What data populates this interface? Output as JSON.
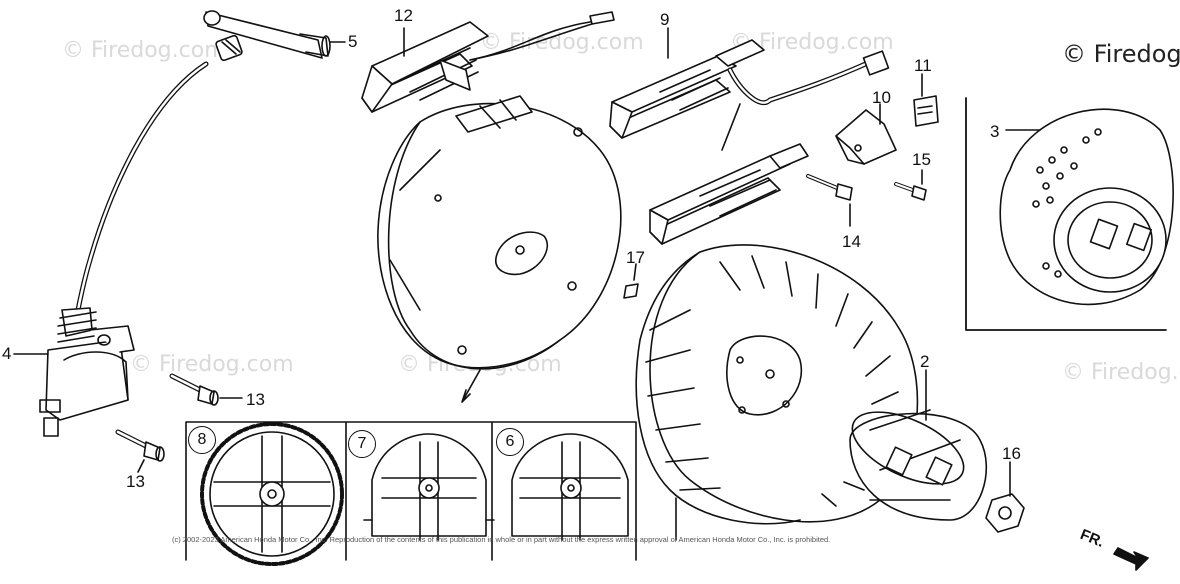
{
  "watermarks": {
    "main": "© Firedog.com",
    "corner": "© Firedog"
  },
  "copyright": "(c) 2002-2023 American Honda Motor Co., Inc. Reproduction of the contents of this publication in whole or in part without the express written approval of American Honda Motor Co., Inc. is prohibited.",
  "labels": {
    "p2": "2",
    "p3": "3",
    "p4": "4",
    "p5": "5",
    "p6": "6",
    "p7": "7",
    "p8": "8",
    "p9": "9",
    "p10": "10",
    "p11": "11",
    "p12": "12",
    "p13a": "13",
    "p13b": "13",
    "p14": "14",
    "p15": "15",
    "p16": "16",
    "p17": "17"
  },
  "direction_label": "FR."
}
